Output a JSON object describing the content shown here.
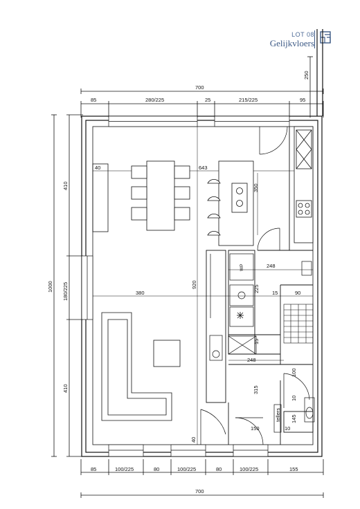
{
  "header": {
    "lot": "LOT 08",
    "floor": "Gelijkvloers",
    "icon": "floorplan-logo-icon",
    "accent": "#3d5a86"
  },
  "dimensions": {
    "top_total": "700",
    "top_parts": [
      "85",
      "280/225",
      "25",
      "215/225",
      "95"
    ],
    "right_top": "250",
    "left_total": "1000",
    "left_parts": [
      "410",
      "180/225",
      "410"
    ],
    "bottom_parts": [
      "85",
      "100/225",
      "80",
      "100/225",
      "80",
      "100/225",
      "155"
    ],
    "bottom_total": "700"
  },
  "room_labels": {
    "l40_top": "40",
    "l643": "643",
    "l350": "350",
    "l380": "380",
    "l920": "920",
    "l248_a": "248",
    "l225": "225",
    "l15_a": "15",
    "l90": "90",
    "l15_b": "15",
    "l248_b": "248",
    "l100": "100",
    "l315": "315",
    "l10_a": "10",
    "l145": "145",
    "l150": "150",
    "l10_b": "10",
    "l40_bottom": "40",
    "tellers": "tellers"
  },
  "appliances": {
    "wp": "WP",
    "frost_icon": "snowflake-icon"
  }
}
